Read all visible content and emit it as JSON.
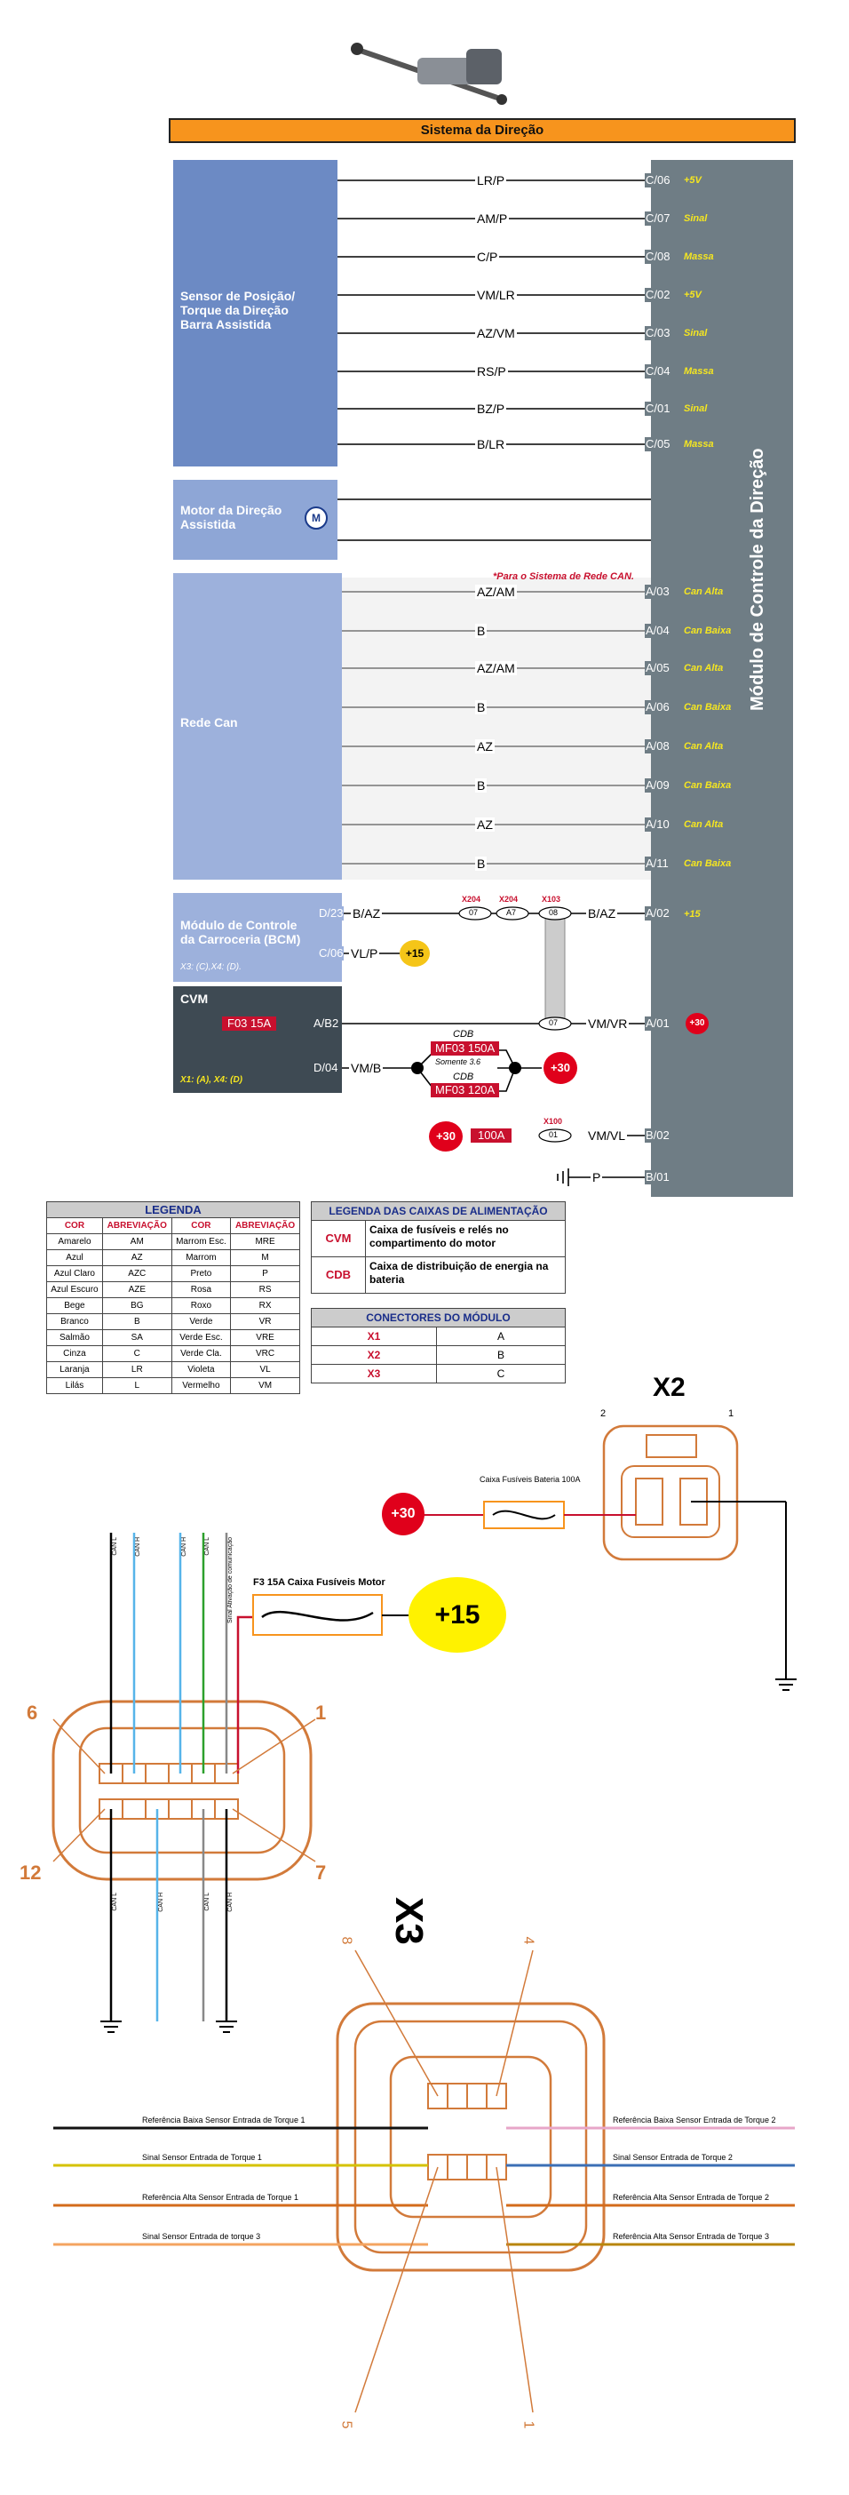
{
  "title": "Sistema da Direção",
  "module_label": "Módulo de Controle da Direção",
  "sensor_block": "Sensor de Posição/ Torque da Direção Barra Assistida",
  "motor_block": "Motor da Direção Assistida",
  "motor_symbol": "M",
  "can_block": "Rede Can",
  "bcm_block": "Módulo de Controle da Carroceria (BCM)",
  "bcm_note": "X3: (C),X4: (D).",
  "cvm_block": "CVM",
  "cvm_note": "X1: (A), X4: (D)",
  "can_note": "*Para o Sistema de Rede CAN.",
  "sensor_wires": [
    {
      "wire": "LR/P",
      "pin": "C/06",
      "sig": "+5V"
    },
    {
      "wire": "AM/P",
      "pin": "C/07",
      "sig": "Sinal"
    },
    {
      "wire": "C/P",
      "pin": "C/08",
      "sig": "Massa"
    },
    {
      "wire": "VM/LR",
      "pin": "C/02",
      "sig": "+5V"
    },
    {
      "wire": "AZ/VM",
      "pin": "C/03",
      "sig": "Sinal"
    },
    {
      "wire": "RS/P",
      "pin": "C/04",
      "sig": "Massa"
    },
    {
      "wire": "BZ/P",
      "pin": "C/01",
      "sig": "Sinal"
    },
    {
      "wire": "B/LR",
      "pin": "C/05",
      "sig": "Massa"
    }
  ],
  "can_wires": [
    {
      "wire": "AZ/AM",
      "pin": "A/03",
      "sig": "Can Alta"
    },
    {
      "wire": "B",
      "pin": "A/04",
      "sig": "Can Baixa"
    },
    {
      "wire": "AZ/AM",
      "pin": "A/05",
      "sig": "Can Alta"
    },
    {
      "wire": "B",
      "pin": "A/06",
      "sig": "Can Baixa"
    },
    {
      "wire": "AZ",
      "pin": "A/08",
      "sig": "Can Alta"
    },
    {
      "wire": "B",
      "pin": "A/09",
      "sig": "Can Baixa"
    },
    {
      "wire": "AZ",
      "pin": "A/10",
      "sig": "Can Alta"
    },
    {
      "wire": "B",
      "pin": "A/11",
      "sig": "Can Baixa"
    }
  ],
  "bcm": {
    "pin1": "D/23",
    "wire1": "B/AZ",
    "x1": "X204",
    "x2": "X204",
    "x3": "X103",
    "c1": "07",
    "c2": "A7",
    "c3": "08",
    "wire1b": "B/AZ",
    "pin_a02": "A/02",
    "sig_a02": "+15",
    "pin2": "C/06",
    "wire2": "VL/P",
    "plus15": "+15"
  },
  "cvm": {
    "fuse": "F03 15A",
    "pin_ab2": "A/B2",
    "c07": "07",
    "wire_a01": "VM/VR",
    "pin_a01": "A/01",
    "plus30": "+30",
    "pin_d04": "D/04",
    "wire_d04": "VM/B",
    "cdb1": "CDB",
    "mf1": "MF03 150A",
    "so": "Somente 3.6",
    "cdb2": "CDB",
    "mf2": "MF03 120A",
    "plus30b": "+30"
  },
  "b02": {
    "plus30": "+30",
    "fuse": "100A",
    "x100": "X100",
    "c01": "01",
    "wire": "VM/VL",
    "pin": "B/02"
  },
  "b01": {
    "wire": "P",
    "pin": "B/01"
  },
  "legend": {
    "title": "LEGENDA",
    "headers": [
      "COR",
      "ABREVIAÇÃO",
      "COR",
      "ABREVIAÇÃO"
    ],
    "rows": [
      [
        "Amarelo",
        "AM",
        "Marrom Esc.",
        "MRE"
      ],
      [
        "Azul",
        "AZ",
        "Marrom",
        "M"
      ],
      [
        "Azul Claro",
        "AZC",
        "Preto",
        "P"
      ],
      [
        "Azul Escuro",
        "AZE",
        "Rosa",
        "RS"
      ],
      [
        "Bege",
        "BG",
        "Roxo",
        "RX"
      ],
      [
        "Branco",
        "B",
        "Verde",
        "VR"
      ],
      [
        "Salmão",
        "SA",
        "Verde Esc.",
        "VRE"
      ],
      [
        "Cinza",
        "C",
        "Verde Cla.",
        "VRC"
      ],
      [
        "Laranja",
        "LR",
        "Violeta",
        "VL"
      ],
      [
        "Lilás",
        "L",
        "Vermelho",
        "VM"
      ]
    ]
  },
  "power_legend": {
    "title": "LEGENDA DAS CAIXAS DE ALIMENTAÇÃO",
    "rows": [
      [
        "CVM",
        "Caixa de fusíveis e relés no compartimento do motor"
      ],
      [
        "CDB",
        "Caixa de distribuição de energia na bateria"
      ]
    ]
  },
  "conn_legend": {
    "title": "CONECTORES DO MÓDULO",
    "rows": [
      [
        "X1",
        "A"
      ],
      [
        "X2",
        "B"
      ],
      [
        "X3",
        "C"
      ]
    ]
  },
  "x2": {
    "title": "X2",
    "fuse_label": "Caixa Fusíveis Bateria 100A",
    "plus30": "+30",
    "pin2": "2",
    "pin1": "1"
  },
  "x1": {
    "fuse_label": "F3 15A Caixa Fusíveis Motor",
    "plus15": "+15",
    "wires_top": [
      "CAN L",
      "CAN H",
      "CAN H",
      "CAN L",
      "Sinal Ativação de comunicação"
    ],
    "wires_bottom": [
      "CAN L",
      "CAN H",
      "CAN L",
      "CAN H"
    ],
    "pin6": "6",
    "pin1": "1",
    "pin12": "12",
    "pin7": "7"
  },
  "x3": {
    "title": "X3",
    "pin8": "8",
    "pin4": "4",
    "pin5": "5",
    "pin1": "1",
    "left": [
      "Referência Baixa Sensor Entrada de Torque 1",
      "Sinal Sensor Entrada de Torque 1",
      "Referência Alta Sensor Entrada de Torque 1",
      "Sinal Sensor Entrada de torque 3"
    ],
    "right": [
      "Referência Baixa Sensor Entrada de Torque 2",
      "Sinal Sensor Entrada de Torque 2",
      "Referência Alta Sensor Entrada de Torque 2",
      "Referência Alta Sensor Entrada de Torque 3"
    ]
  }
}
